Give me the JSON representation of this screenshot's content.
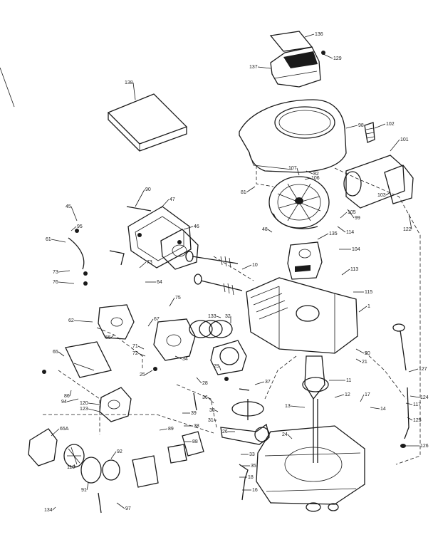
{
  "labels": [
    {
      "id": "p1",
      "text": "136"
    },
    {
      "id": "p2",
      "text": "129"
    },
    {
      "id": "p3",
      "text": "137"
    },
    {
      "id": "p4",
      "text": "138"
    },
    {
      "id": "p5",
      "text": "98"
    },
    {
      "id": "p6",
      "text": "102"
    },
    {
      "id": "p7",
      "text": "101"
    },
    {
      "id": "p8",
      "text": "107"
    },
    {
      "id": "p9",
      "text": "106"
    },
    {
      "id": "p10",
      "text": "81"
    },
    {
      "id": "p11",
      "text": "103"
    },
    {
      "id": "p12",
      "text": "99"
    },
    {
      "id": "p13",
      "text": "122"
    },
    {
      "id": "p14",
      "text": "90"
    },
    {
      "id": "p15",
      "text": "47"
    },
    {
      "id": "p16",
      "text": "46"
    },
    {
      "id": "p17",
      "text": "45"
    },
    {
      "id": "p18",
      "text": "48"
    },
    {
      "id": "p19",
      "text": "61"
    },
    {
      "id": "p20",
      "text": "95"
    },
    {
      "id": "p21",
      "text": "105"
    },
    {
      "id": "p22",
      "text": "114"
    },
    {
      "id": "p23",
      "text": "135"
    },
    {
      "id": "p24",
      "text": "104"
    },
    {
      "id": "p25",
      "text": "73"
    },
    {
      "id": "p26",
      "text": "76"
    },
    {
      "id": "p27",
      "text": "73"
    },
    {
      "id": "p28",
      "text": "64"
    },
    {
      "id": "p29",
      "text": "10"
    },
    {
      "id": "p30",
      "text": "113"
    },
    {
      "id": "p31",
      "text": "115"
    },
    {
      "id": "p32",
      "text": "75"
    },
    {
      "id": "p33",
      "text": "133"
    },
    {
      "id": "p34",
      "text": "62"
    },
    {
      "id": "p35",
      "text": "55"
    },
    {
      "id": "p36",
      "text": "71"
    },
    {
      "id": "p37",
      "text": "72"
    },
    {
      "id": "p38",
      "text": "67"
    },
    {
      "id": "p39",
      "text": "34"
    },
    {
      "id": "p40",
      "text": "32"
    },
    {
      "id": "p41",
      "text": "25"
    },
    {
      "id": "p42",
      "text": "28"
    },
    {
      "id": "p43",
      "text": "29"
    },
    {
      "id": "p44",
      "text": "120"
    },
    {
      "id": "p45",
      "text": "123"
    },
    {
      "id": "p46",
      "text": "65A"
    },
    {
      "id": "p47",
      "text": "110"
    },
    {
      "id": "p48",
      "text": "92"
    },
    {
      "id": "p49",
      "text": "91"
    },
    {
      "id": "p50",
      "text": "134"
    },
    {
      "id": "p51",
      "text": "97"
    },
    {
      "id": "p52",
      "text": "20"
    },
    {
      "id": "p53",
      "text": "21"
    },
    {
      "id": "p54",
      "text": "17"
    },
    {
      "id": "p55",
      "text": "11"
    },
    {
      "id": "p56",
      "text": "12"
    },
    {
      "id": "p57",
      "text": "13"
    },
    {
      "id": "p58",
      "text": "14"
    },
    {
      "id": "p59",
      "text": "127"
    },
    {
      "id": "p60",
      "text": "124"
    },
    {
      "id": "p61",
      "text": "117"
    },
    {
      "id": "p62",
      "text": "125"
    },
    {
      "id": "p63",
      "text": "126"
    },
    {
      "id": "p64",
      "text": "24"
    },
    {
      "id": "p65",
      "text": "26"
    },
    {
      "id": "p66",
      "text": "36"
    },
    {
      "id": "p67",
      "text": "30"
    },
    {
      "id": "p68",
      "text": "31"
    },
    {
      "id": "p69",
      "text": "37"
    },
    {
      "id": "p70",
      "text": "1"
    },
    {
      "id": "p71",
      "text": "65"
    },
    {
      "id": "p72",
      "text": "86"
    },
    {
      "id": "p73",
      "text": "94"
    },
    {
      "id": "p74",
      "text": "39"
    },
    {
      "id": "p75",
      "text": "38"
    },
    {
      "id": "p76",
      "text": "88"
    },
    {
      "id": "p77",
      "text": "89"
    },
    {
      "id": "p78",
      "text": "33"
    },
    {
      "id": "p79",
      "text": "35"
    },
    {
      "id": "p80",
      "text": "18"
    },
    {
      "id": "p81",
      "text": "16"
    },
    {
      "id": "p82",
      "text": "82"
    }
  ]
}
